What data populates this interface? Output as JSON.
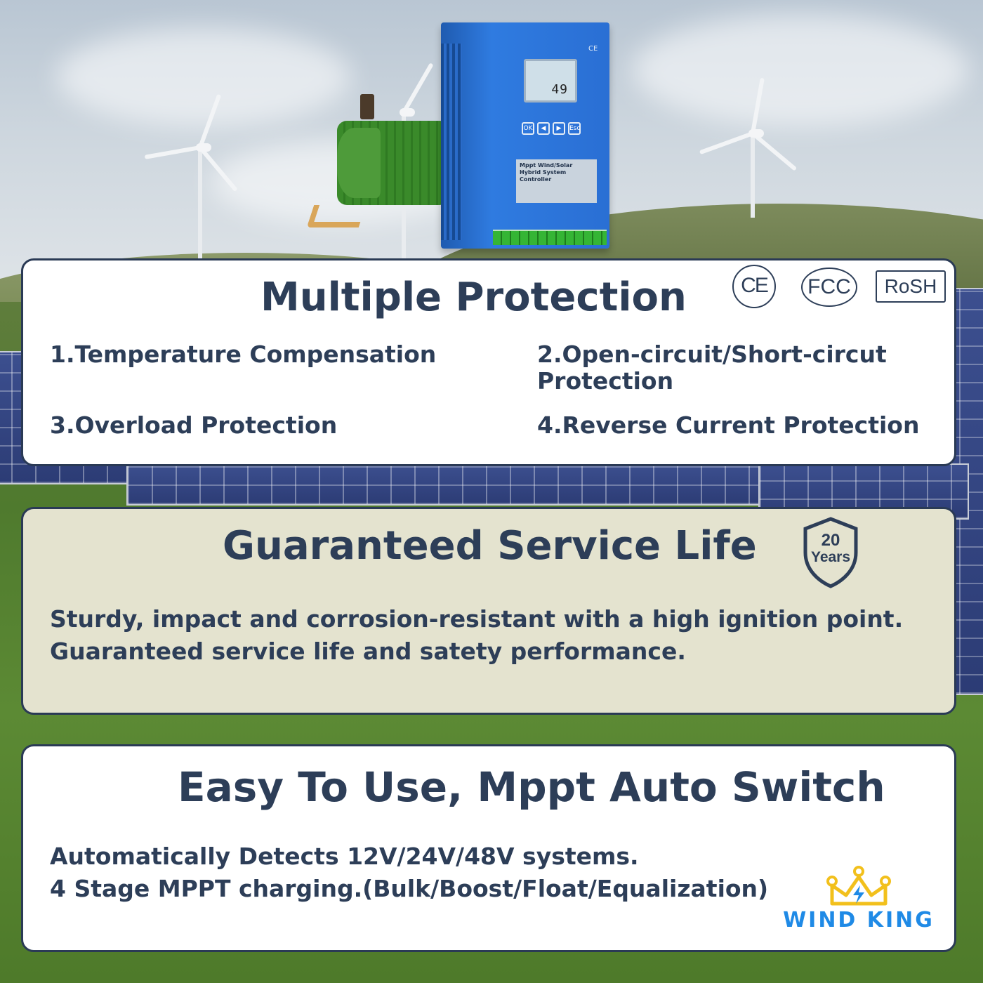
{
  "product": {
    "lcd_value": "49",
    "label_title": "Mppt Wind/Solar Hybrid System Controller",
    "keys": [
      "OK",
      "◀",
      "▶",
      "Esc"
    ],
    "ce_mark": "CE"
  },
  "protection": {
    "title": "Multiple Protection",
    "certifications": [
      "CE",
      "FCC",
      "RoSH"
    ],
    "features": [
      "1.Temperature Compensation",
      "2.Open-circuit/Short-circut Protection",
      "3.Overload Protection",
      "4.Reverse Current Protection"
    ]
  },
  "service_life": {
    "title": "Guaranteed Service Life",
    "badge_number": "20",
    "badge_label": "Years",
    "lines": [
      "Sturdy, impact and corrosion-resistant with a high ignition point.",
      "Guaranteed service life and satety performance."
    ]
  },
  "easy_use": {
    "title": "Easy To Use, Mppt Auto Switch",
    "lines": [
      "Automatically Detects 12V/24V/48V systems.",
      "4 Stage MPPT charging.(Bulk/Boost/Float/Equalization)"
    ]
  },
  "brand": {
    "name": "WIND KING",
    "color": "#1f8ae6",
    "accent": "#f2c01c"
  },
  "colors": {
    "text": "#2d3e58",
    "card_bg": "#ffffff",
    "card_bg_alt": "#e4e3cf",
    "controller_blue": "#2a6fd4"
  }
}
